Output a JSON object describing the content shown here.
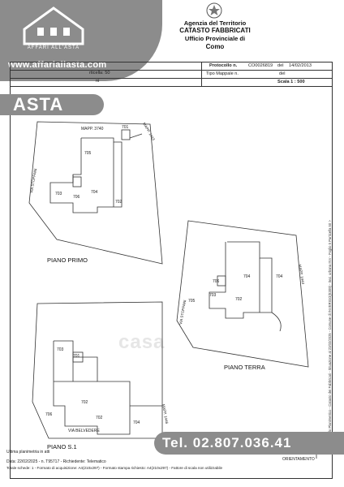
{
  "branding": {
    "logo_text": "AFFARI ALL'ASTA",
    "site_url": "www.affariallasta.com",
    "banner_label": "ASTA",
    "phone": "Tel. 02.807.036.41",
    "watermark": "casa"
  },
  "agency": {
    "line1": "Agenzia del Territorio",
    "line2": "CATASTO FABBRICATI",
    "line3": "Ufficio Provinciale di",
    "line4": "Como"
  },
  "header_fields": {
    "particella": "rticella: 50",
    "protocollo_label": "Protocollo n.",
    "protocollo_value": "CO0026819",
    "del_label": "del",
    "protocollo_date": "14/02/2013",
    "tipo_mappale_label": "Tipo Mappale n.",
    "tipo_mappale_del": "del",
    "scala_label": "Scala 1 : 500",
    "partial_left": "ni"
  },
  "plans": {
    "primo": {
      "label": "PIANO PRIMO",
      "road": "VIA STOPPANI",
      "mapp_top": "MAPP. 3740",
      "mapp_right": "MAPP. 1443",
      "rooms": [
        "701",
        "703",
        "705",
        "706",
        "704",
        "702"
      ]
    },
    "terra": {
      "label": "PIANO TERRA",
      "road": "VIA STOPPANI",
      "mapp": "MAPP. 1444",
      "rooms": [
        "704",
        "703",
        "705",
        "706",
        "702",
        "704"
      ]
    },
    "s1": {
      "label": "PIANO S.1",
      "road": "VIA BELVEDERE",
      "mapp": "MAPP. 1446",
      "rooms": [
        "701",
        "703",
        "702",
        "702",
        "706",
        "704"
      ]
    }
  },
  "footer": {
    "ultima": "Ultima planimetria in atti",
    "data_line": "Data: 22/02/2025 - n. T95717 - Richiedente: Telematico",
    "schede_line": "Totale schede: 1 - Formato di acquisizione: A4(210x297) - Formato stampa richiesto: A4(210x297) - Fattore di scala non utilizzabile",
    "orientamento": "ORIENTAMENTO"
  },
  "side_note": "lo Planimetrico - Catasto dei Fabbricati - Situazione al 22/02/2025 - Comune di INVERIGO(E309) - Sez. urbana INV - Foglio 5 Particella 50 >",
  "colors": {
    "banner": "#8c8c8c",
    "text": "#222222",
    "frame": "#333333"
  }
}
